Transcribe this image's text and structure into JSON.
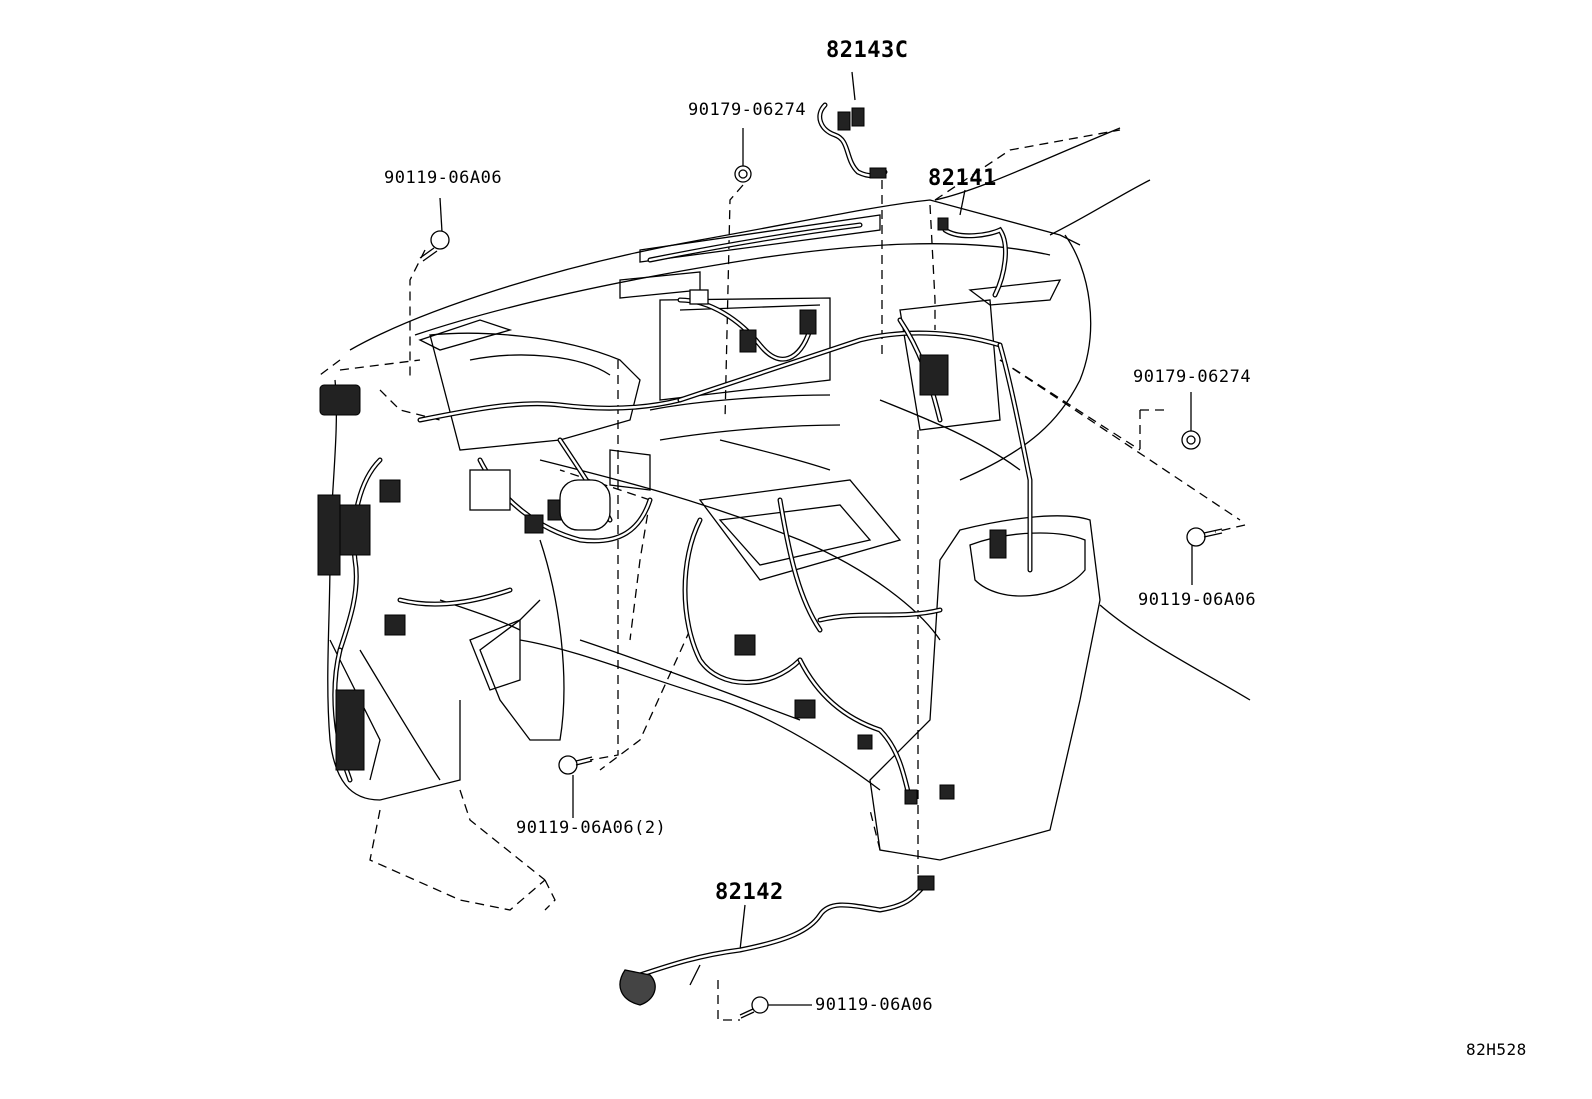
{
  "diagram_id": "82H528",
  "parts": {
    "p82143c": "82143C",
    "p90179_top": "90179-06274",
    "p90119_topleft": "90119-06A06",
    "p82141": "82141",
    "p90179_right": "90179-06274",
    "p90119_right": "90119-06A06",
    "p90119_bottom2": "90119-06A06(2)",
    "p82142": "82142",
    "p90119_bottom": "90119-06A06"
  }
}
